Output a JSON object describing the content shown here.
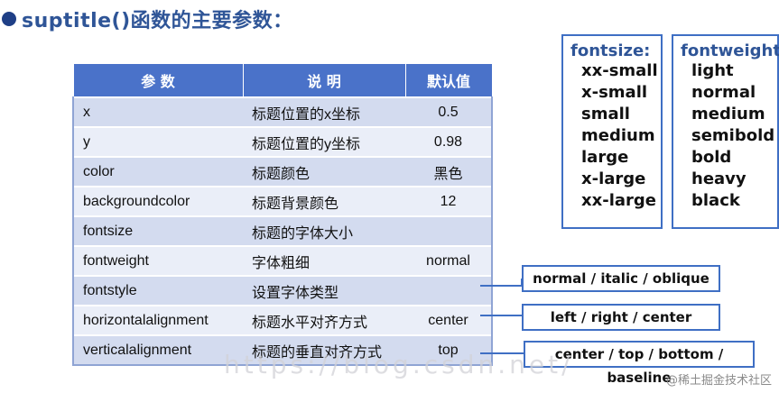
{
  "heading": "suptitle()函数的主要参数：",
  "table": {
    "headers": [
      "参 数",
      "说 明",
      "默认值"
    ],
    "rows": [
      [
        "x",
        "标题位置的x坐标",
        "0.5"
      ],
      [
        "y",
        "标题位置的y坐标",
        "0.98"
      ],
      [
        "color",
        "标题颜色",
        "黑色"
      ],
      [
        "backgroundcolor",
        "标题背景颜色",
        "12"
      ],
      [
        "fontsize",
        "标题的字体大小",
        ""
      ],
      [
        "fontweight",
        "字体粗细",
        "normal"
      ],
      [
        "fontstyle",
        "设置字体类型",
        ""
      ],
      [
        "horizontalalignment",
        "标题水平对齐方式",
        "center"
      ],
      [
        "verticalalignment",
        "标题的垂直对齐方式",
        "top"
      ]
    ]
  },
  "fontsize_box": {
    "title": "fontsize:",
    "items": [
      "xx-small",
      "x-small",
      "small",
      "medium",
      "large",
      "x-large",
      "xx-large"
    ]
  },
  "fontweight_box": {
    "title": "fontweight:",
    "items": [
      "light",
      "normal",
      "medium",
      "semibold",
      "bold",
      "heavy",
      "black"
    ]
  },
  "callouts": {
    "fontstyle": "normal / italic / oblique",
    "horizontal": "left / right / center",
    "vertical": "center / top / bottom / baseline"
  },
  "watermark": "https://blog.csdn.net/",
  "credit": "@稀土掘金技术社区",
  "colors": {
    "accent": "#2f5597",
    "header_bg": "#4a72c9",
    "row_odd": "#d3dbef",
    "row_even": "#eaeef8"
  }
}
